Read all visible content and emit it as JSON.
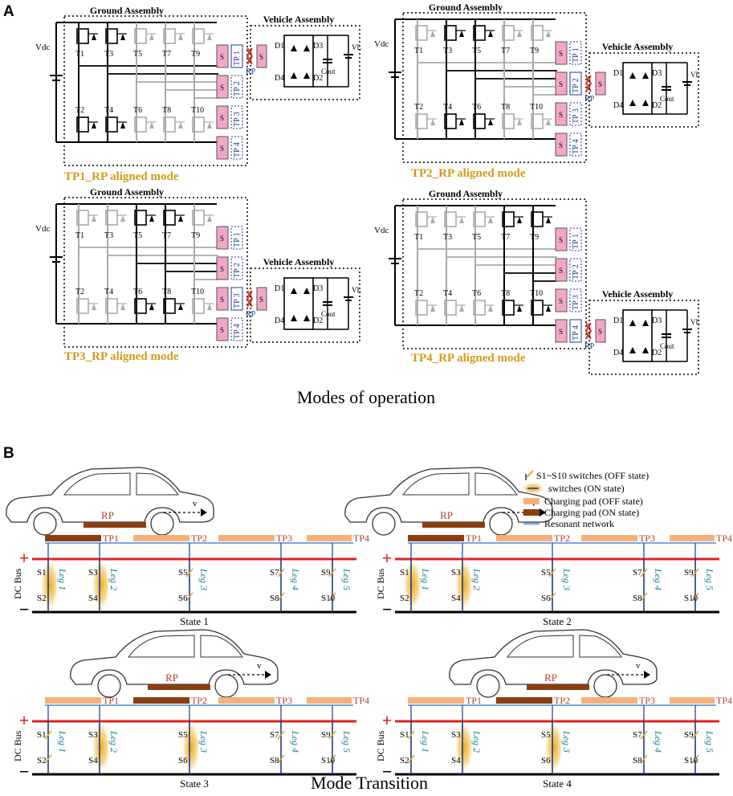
{
  "panels": {
    "a_letter": "A",
    "b_letter": "B"
  },
  "part_a": {
    "caption": "Modes of operation",
    "modes": [
      {
        "title": "TP1_RP aligned mode",
        "ground": "Ground Assembly",
        "vehicle": "Vehicle Assembly"
      },
      {
        "title": "TP2_RP aligned mode",
        "ground": "Ground Assembly",
        "vehicle": "Vehicle Assembly"
      },
      {
        "title": "TP3_RP aligned mode",
        "ground": "Ground Assembly",
        "vehicle": "Vehicle Assembly"
      },
      {
        "title": "TP4_RP aligned mode",
        "ground": "Ground Assembly",
        "vehicle": "Vehicle Assembly"
      }
    ],
    "labels": {
      "vdc": "Vdc",
      "switches_top": [
        "T1",
        "T3",
        "T5",
        "T7",
        "T9"
      ],
      "switches_bottom": [
        "T2",
        "T4",
        "T6",
        "T8",
        "T10"
      ],
      "pads": [
        "TP 1",
        "TP 2",
        "TP 3",
        "TP 4"
      ],
      "s": "S",
      "rp": "RP",
      "diodes": [
        "D1",
        "D3",
        "D4",
        "D2"
      ],
      "cout": "Cout",
      "vl": "VL"
    }
  },
  "part_b": {
    "caption": "Mode Transition",
    "states": [
      {
        "label": "State 1"
      },
      {
        "label": "State 2"
      },
      {
        "label": "State 3"
      },
      {
        "label": "State 4"
      }
    ],
    "rp": "RP",
    "v": "v",
    "dc_bus": "DC Bus",
    "plus": "+",
    "minus": "−",
    "pads": [
      "TP1",
      "TP2",
      "TP3",
      "TP4"
    ],
    "legs": [
      "Leg 1",
      "Leg 2",
      "Leg 3",
      "Leg 4",
      "Leg 5"
    ],
    "switch_top": [
      "S1",
      "S3",
      "S5",
      "S7",
      "S9"
    ],
    "switch_bottom": [
      "S2",
      "S4",
      "S6",
      "S8",
      "S10"
    ],
    "legend": {
      "off_switch": "S1~S10 switches (OFF state)",
      "on_switch": "switches (ON state)",
      "pad_off": "Charging pad (OFF state)",
      "pad_on": "Charging pad (ON state)",
      "resonant": "Resonant network"
    },
    "colors": {
      "pad_off": "#f2b27a",
      "pad_on": "#8a3f12",
      "resonant": "#7ea6e0",
      "bus_plus": "#e02020",
      "glow": "#e8a817",
      "tp_text": "#b5402a",
      "leg_text": "#0f7f8c"
    }
  }
}
